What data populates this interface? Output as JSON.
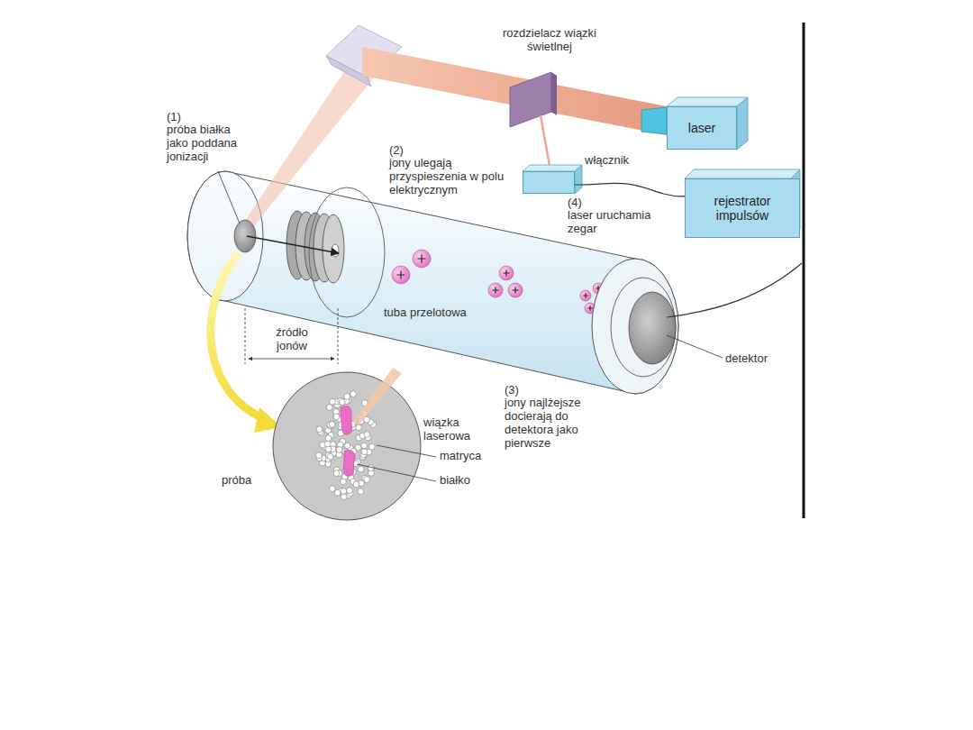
{
  "diagram": {
    "nodes": [
      {
        "text": [
          "laser"
        ]
      },
      {
        "text": [
          "włącznik"
        ]
      },
      {
        "text": [
          "rejestrator impulsów"
        ]
      }
    ],
    "edges": [
      {
        "from": 1,
        "to": 2,
        "arrow": "none"
      }
    ],
    "labels": [
      "rozdzielacz wiązki świetlnej",
      "(1)",
      "próba białka jako poddana jonizacji",
      "(2)",
      "jony ulegają przyspieszenia w polu elektrycznym",
      "(4)",
      "laser uruchamia zegar",
      "źródło jonów",
      "tuba przelotowa",
      "(3)",
      "jony najlżejsze docierają do detektora jako pierwsze",
      "detektor",
      "wiązka laserowa",
      "matryca",
      "białko",
      "próba"
    ]
  }
}
